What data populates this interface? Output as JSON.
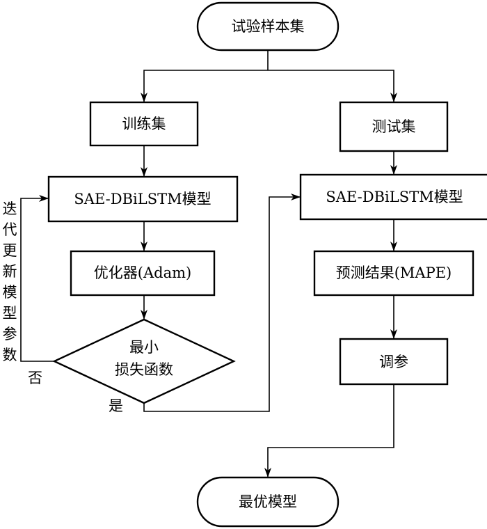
{
  "nodes": {
    "start": "试验样本集",
    "train_set": "训练集",
    "test_set": "测试集",
    "model_train": "SAE-DBiLSTM模型",
    "model_test": "SAE-DBiLSTM模型",
    "optimizer": "优化器(Adam)",
    "decision_line1": "最小",
    "decision_line2": "损失函数",
    "prediction": "预测结果(MAPE)",
    "tuning": "调参",
    "end": "最优模型"
  },
  "edges": {
    "no_label": "否",
    "yes_label": "是",
    "loop_label": [
      "迭",
      "代",
      "更",
      "新",
      "模",
      "型",
      "参",
      "数"
    ]
  }
}
